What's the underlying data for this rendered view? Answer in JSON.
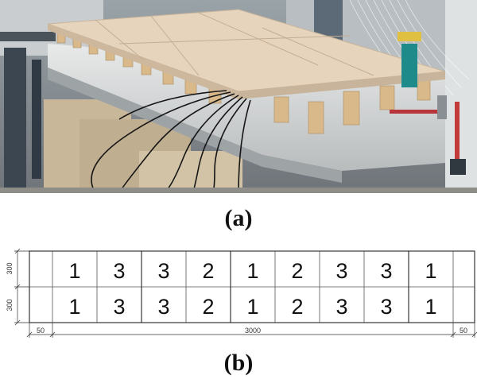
{
  "panel_a": {
    "label": "(a)",
    "photo_description_icon": "laboratory-photo"
  },
  "panel_b": {
    "label": "(b)",
    "rows": [
      [
        "1",
        "3",
        "3",
        "2",
        "1",
        "2",
        "3",
        "3",
        "1"
      ],
      [
        "1",
        "3",
        "3",
        "2",
        "1",
        "2",
        "3",
        "3",
        "1"
      ]
    ],
    "row_height_labels": [
      "300",
      "300"
    ],
    "dimensions": {
      "left": "50",
      "middle": "3000",
      "right": "50"
    }
  }
}
